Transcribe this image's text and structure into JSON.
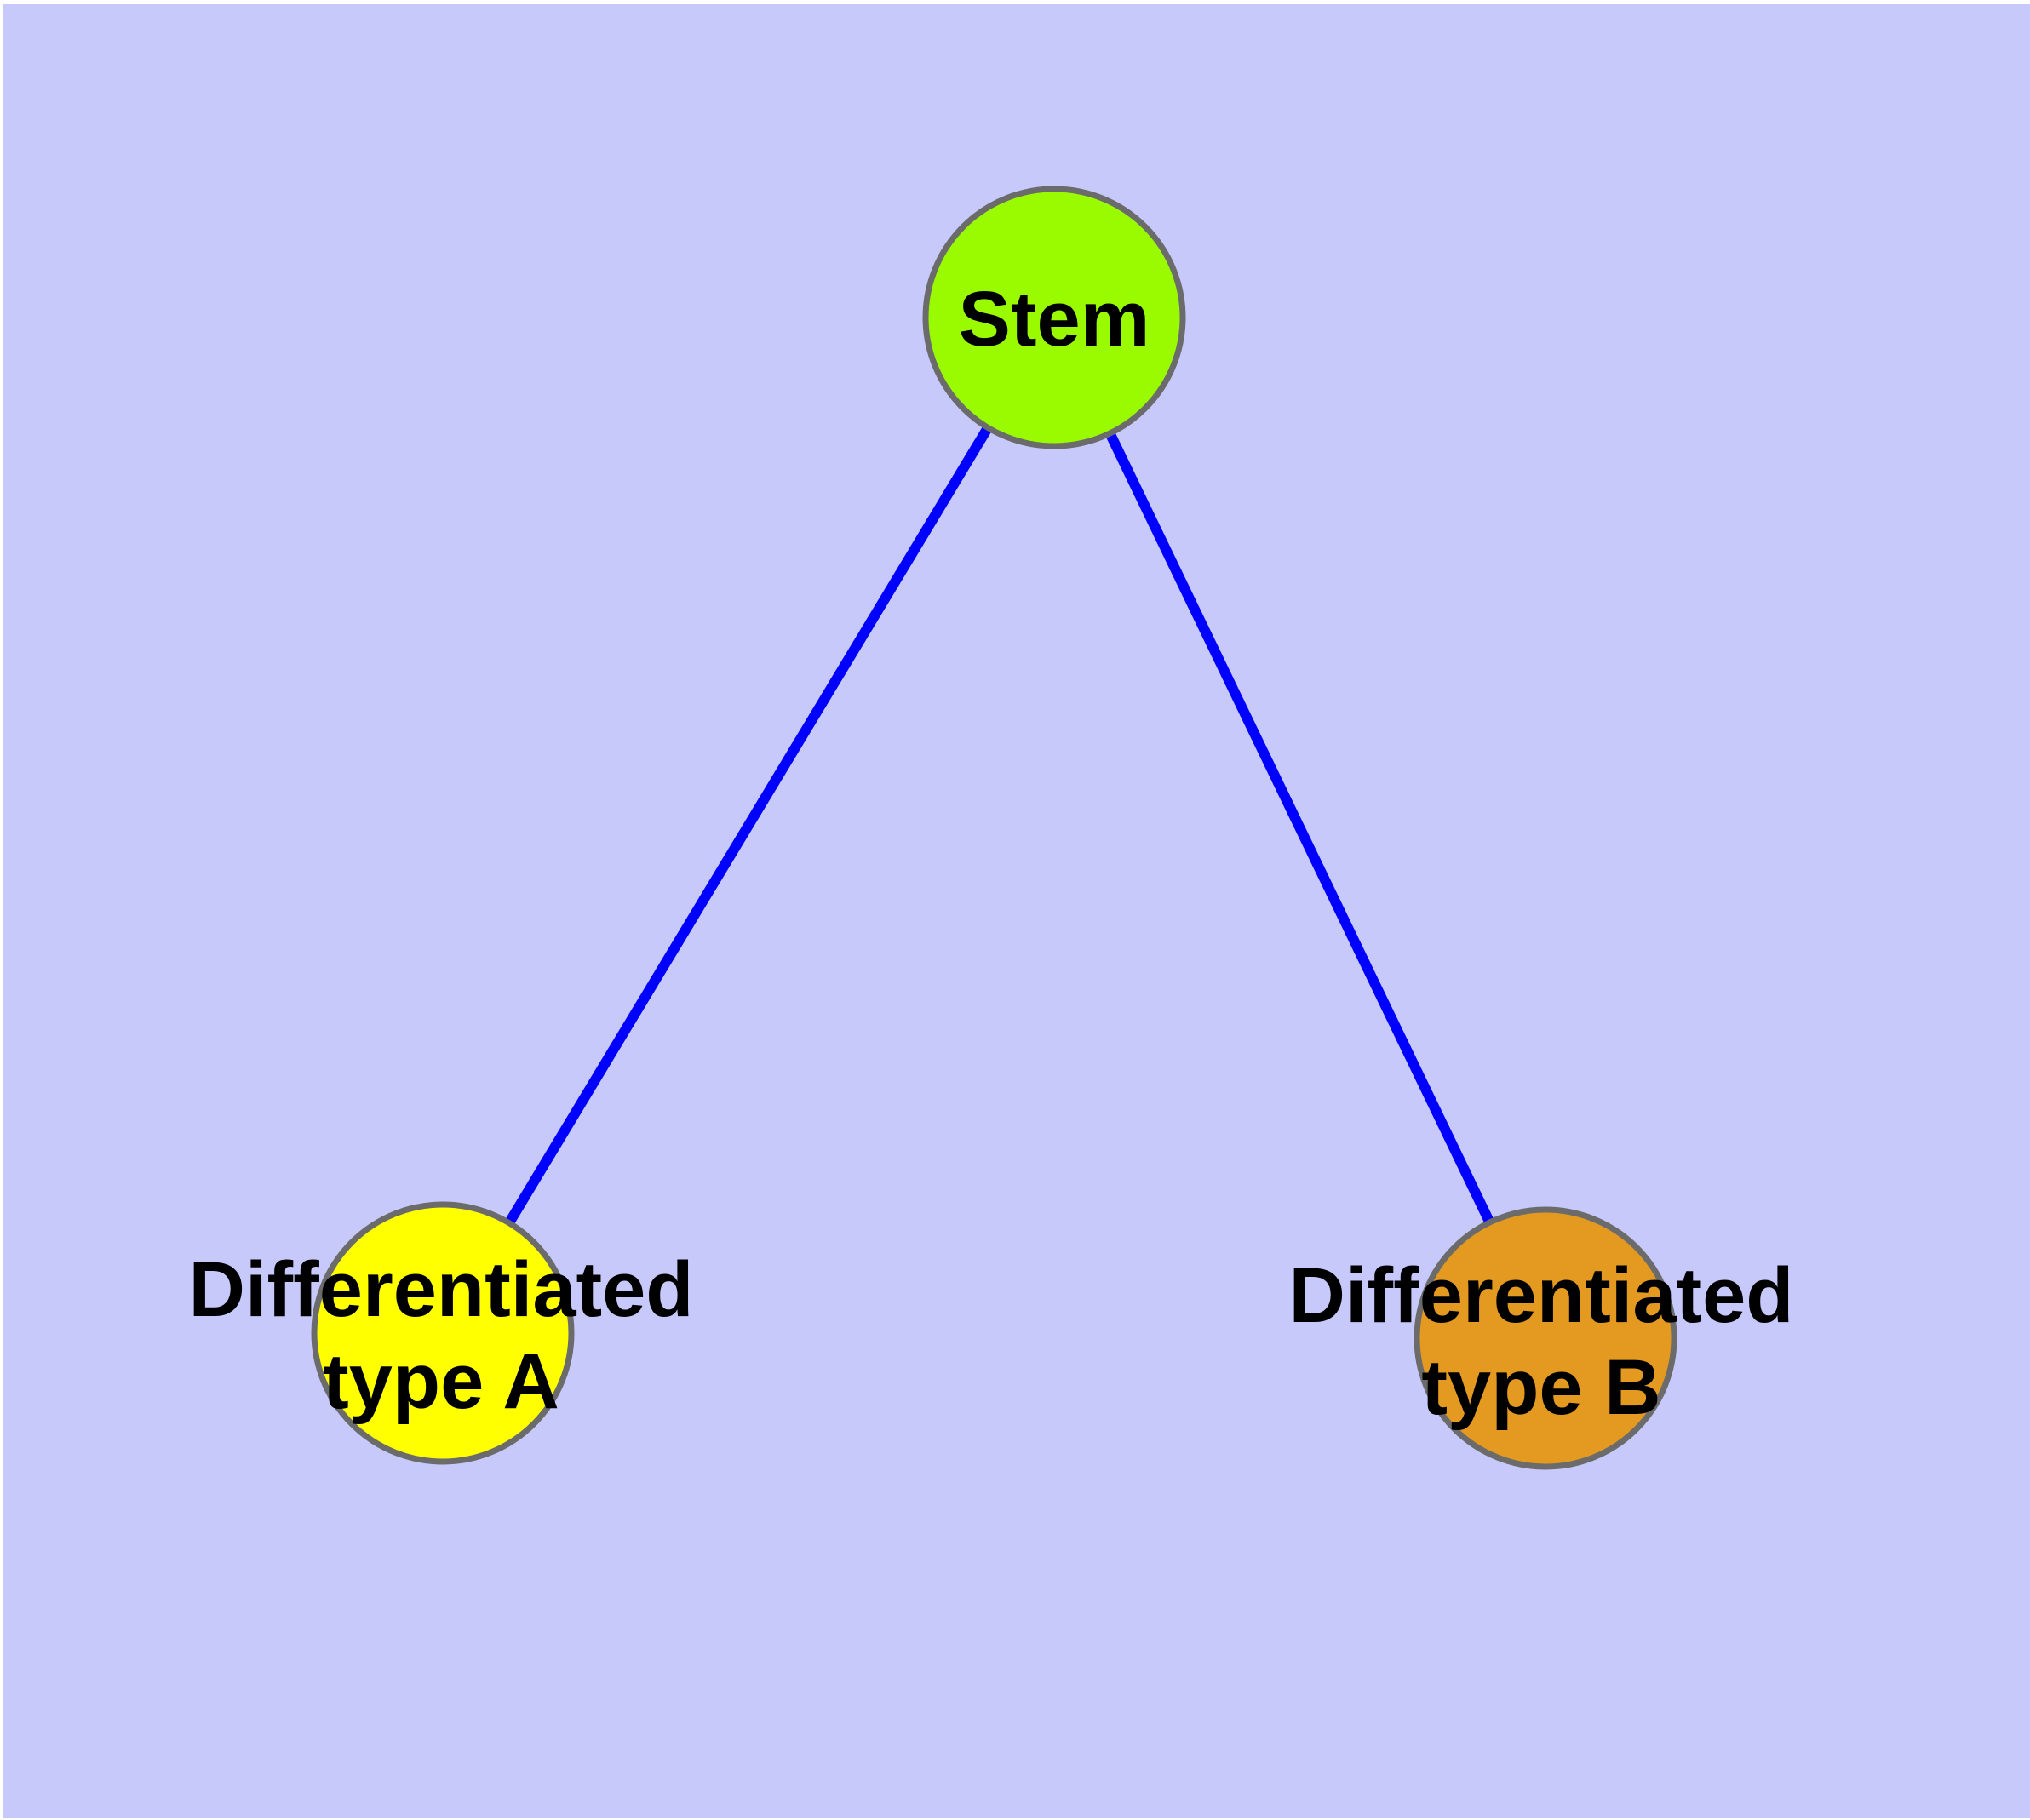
{
  "canvas": {
    "background_color": "#C8C9FB",
    "frame_color": "#FFFFFF"
  },
  "graph": {
    "edge_color": "#0000FF",
    "node_border_color": "#6B6B6B",
    "label_color": "#000000",
    "nodes": {
      "stem": {
        "label_line1": "Stem",
        "fill": "#9AFB00"
      },
      "typeA": {
        "label_line1": "Differentiated",
        "label_line2": "type A",
        "fill": "#FFFF00"
      },
      "typeB": {
        "label_line1": "Differentiated",
        "label_line2": "type B",
        "fill": "#E49A20"
      }
    },
    "edges": [
      {
        "from": "Stem",
        "to": "Differentiated type A"
      },
      {
        "from": "Stem",
        "to": "Differentiated type B"
      }
    ]
  }
}
